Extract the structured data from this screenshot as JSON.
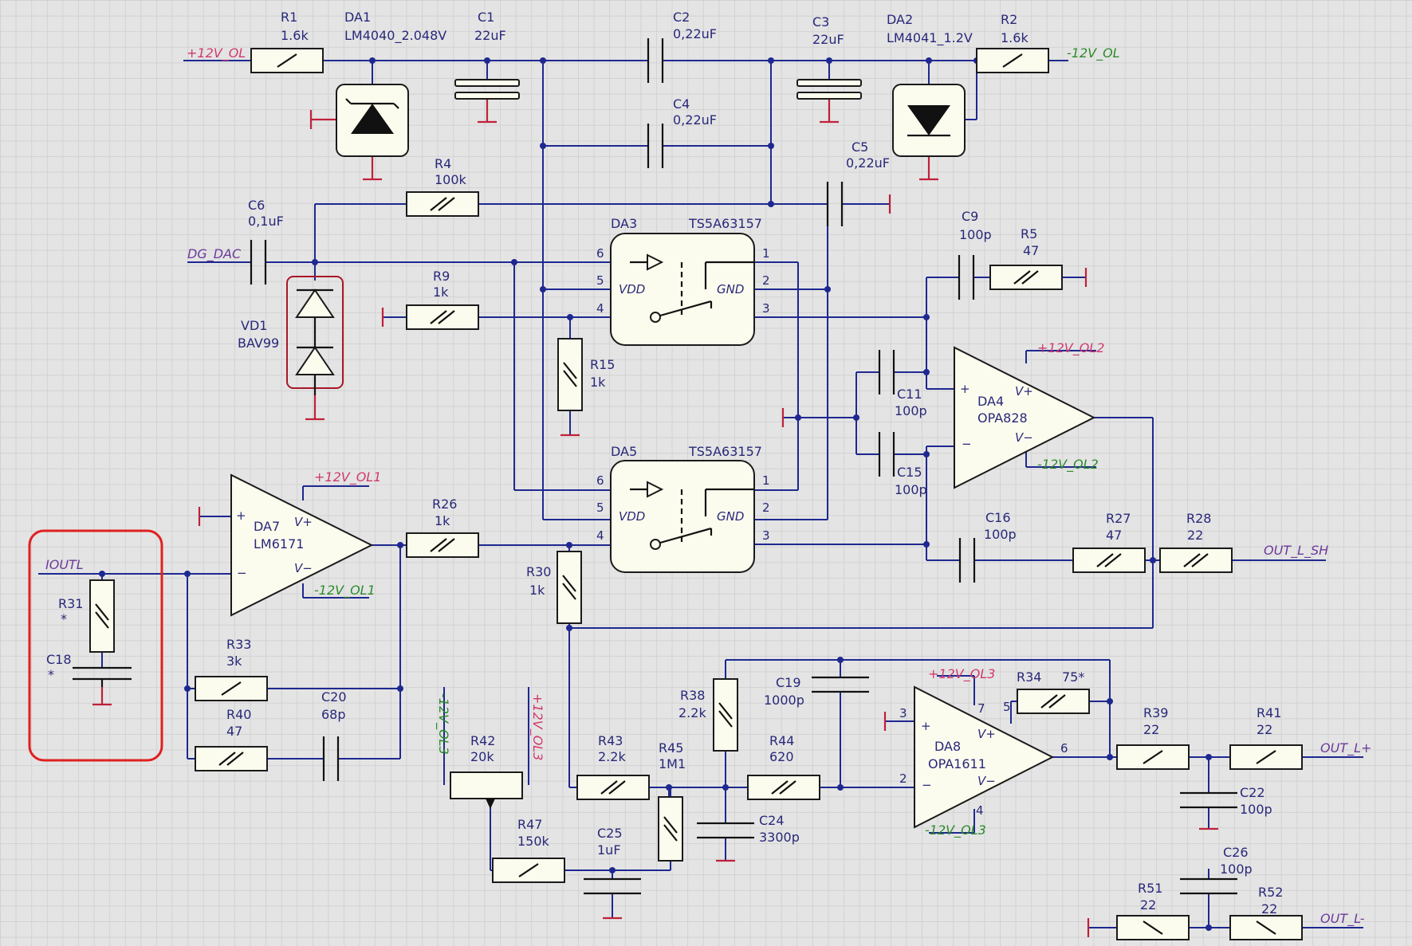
{
  "components": {
    "R1": {
      "ref": "R1",
      "value": "1.6k"
    },
    "DA1": {
      "ref": "DA1",
      "value": "LM4040_2.048V"
    },
    "C1": {
      "ref": "C1",
      "value": "22uF"
    },
    "C2": {
      "ref": "C2",
      "value": "0,22uF"
    },
    "C3": {
      "ref": "C3",
      "value": "22uF"
    },
    "DA2": {
      "ref": "DA2",
      "value": "LM4041_1.2V"
    },
    "R2": {
      "ref": "R2",
      "value": "1.6k"
    },
    "C4": {
      "ref": "C4",
      "value": "0,22uF"
    },
    "R4": {
      "ref": "R4",
      "value": "100k"
    },
    "C5": {
      "ref": "C5",
      "value": "0,22uF"
    },
    "C6": {
      "ref": "C6",
      "value": "0,1uF"
    },
    "DA3": {
      "ref": "DA3",
      "value": "TS5A63157"
    },
    "C9": {
      "ref": "C9",
      "value": "100p"
    },
    "R5": {
      "ref": "R5",
      "value": "47"
    },
    "R9": {
      "ref": "R9",
      "value": "1k"
    },
    "VD1": {
      "ref": "VD1",
      "value": "BAV99"
    },
    "R15": {
      "ref": "R15",
      "value": "1k"
    },
    "C11": {
      "ref": "C11",
      "value": "100p"
    },
    "DA4": {
      "ref": "DA4",
      "value": "OPA828"
    },
    "C15": {
      "ref": "C15",
      "value": "100p"
    },
    "DA5": {
      "ref": "DA5",
      "value": "TS5A63157"
    },
    "DA7": {
      "ref": "DA7",
      "value": "LM6171"
    },
    "R26": {
      "ref": "R26",
      "value": "1k"
    },
    "C16": {
      "ref": "C16",
      "value": "100p"
    },
    "R27": {
      "ref": "R27",
      "value": "47"
    },
    "R28": {
      "ref": "R28",
      "value": "22"
    },
    "R30": {
      "ref": "R30",
      "value": "1k"
    },
    "R31": {
      "ref": "R31",
      "value": "*"
    },
    "C18": {
      "ref": "C18",
      "value": "*"
    },
    "R33": {
      "ref": "R33",
      "value": "3k"
    },
    "R40": {
      "ref": "R40",
      "value": "47"
    },
    "C20": {
      "ref": "C20",
      "value": "68p"
    },
    "R38": {
      "ref": "R38",
      "value": "2.2k"
    },
    "C19": {
      "ref": "C19",
      "value": "1000p"
    },
    "R34": {
      "ref": "R34",
      "value": "75*"
    },
    "DA8": {
      "ref": "DA8",
      "value": "OPA1611"
    },
    "R39": {
      "ref": "R39",
      "value": "22"
    },
    "R41": {
      "ref": "R41",
      "value": "22"
    },
    "R42": {
      "ref": "R42",
      "value": "20k"
    },
    "R43": {
      "ref": "R43",
      "value": "2.2k"
    },
    "R45": {
      "ref": "R45",
      "value": "1M1"
    },
    "R44": {
      "ref": "R44",
      "value": "620"
    },
    "C22": {
      "ref": "C22",
      "value": "100p"
    },
    "R47": {
      "ref": "R47",
      "value": "150k"
    },
    "C25": {
      "ref": "C25",
      "value": "1uF"
    },
    "C24": {
      "ref": "C24",
      "value": "3300p"
    },
    "C26": {
      "ref": "C26",
      "value": "100p"
    },
    "R51": {
      "ref": "R51",
      "value": "22"
    },
    "R52": {
      "ref": "R52",
      "value": "22"
    }
  },
  "nets": {
    "p12v_ol": "+12V_OL",
    "m12v_ol": "-12V_OL",
    "dg_dac": "DG_DAC",
    "p12v_ol2": "+12V_OL2",
    "m12v_ol2": "-12V_OL2",
    "p12v_ol1": "+12V_OL1",
    "m12v_ol1": "-12V_OL1",
    "ioutl": "IOUTL",
    "out_l_sh": "OUT_L_SH",
    "p12v_ol3": "+12V_OL3",
    "m12v_ol3": "-12V_OL3",
    "out_l_plus": "OUT_L+",
    "out_l_minus": "OUT_L-"
  },
  "pins": {
    "switch": {
      "p1": "1",
      "p2": "2",
      "p3": "3",
      "p4": "4",
      "p5": "5",
      "p6": "6",
      "vdd": "VDD",
      "gnd": "GND"
    },
    "opamp": {
      "plus": "+",
      "minus": "−",
      "vplus": "V+",
      "vminus": "V−"
    },
    "da8": {
      "p2": "2",
      "p3": "3",
      "p4": "4",
      "p5": "5",
      "p6": "6",
      "p7": "7"
    }
  },
  "colors": {
    "wire": "#1e2890",
    "text": "#28287a",
    "ground": "#c0203a",
    "net_positive": "#d2386e",
    "net_negative": "#2a8a2a",
    "net_signal": "#6b3a9a",
    "highlight": "#e02020",
    "body": "#fcfcee"
  }
}
